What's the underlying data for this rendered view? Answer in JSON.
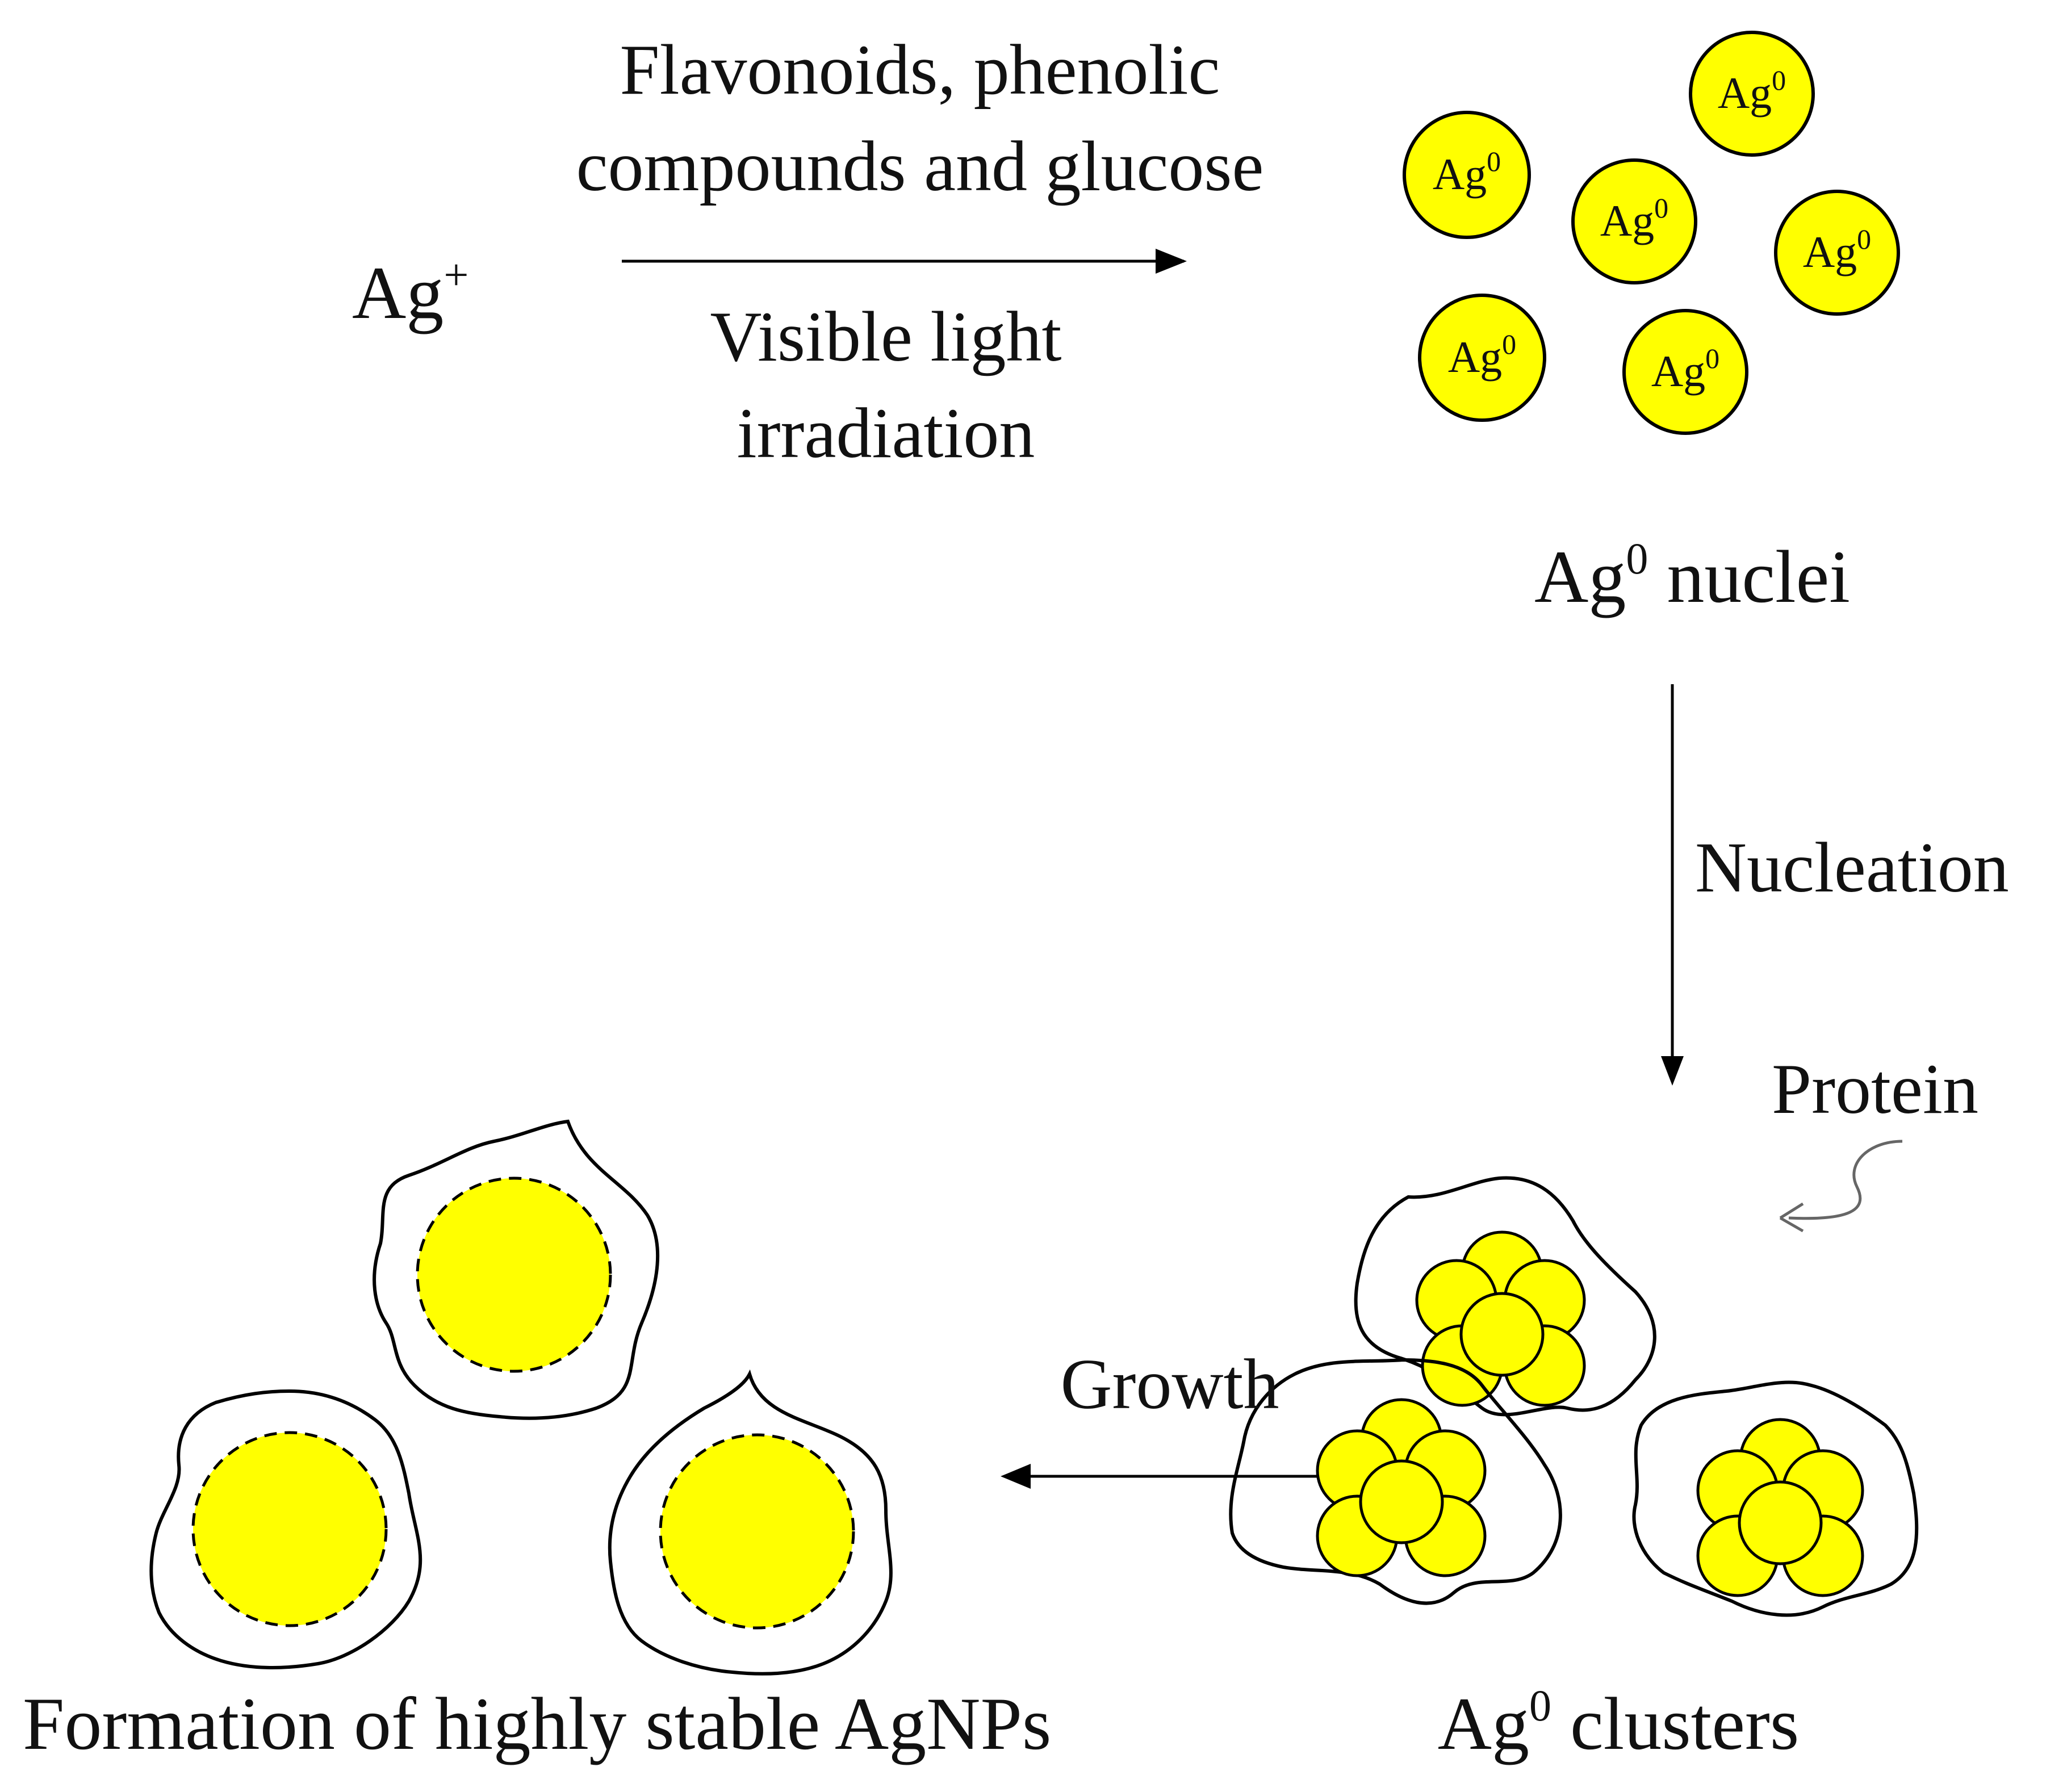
{
  "diagram": {
    "ion": {
      "base": "Ag",
      "charge": "+"
    },
    "reductants_line1": "Flavonoids, phenolic",
    "reductants_line2": "compounds and glucose",
    "light_line1": "Visible light",
    "light_line2": "irradiation",
    "nucleus_label": {
      "base": "Ag",
      "sup": "0"
    },
    "nuclei_caption": {
      "base": "Ag",
      "sup": "0",
      "rest": " nuclei"
    },
    "nucleation_label": "Nucleation",
    "protein_label": "Protein",
    "growth_label": "Growth",
    "clusters_caption": {
      "base": "Ag",
      "sup": "0",
      "rest": " clusters"
    },
    "final_caption": "Formation of highly stable AgNPs"
  },
  "colors": {
    "particle_fill": "#FFFF00",
    "outline": "#000000",
    "text": "#111111",
    "protein_arrow": "#666666"
  }
}
